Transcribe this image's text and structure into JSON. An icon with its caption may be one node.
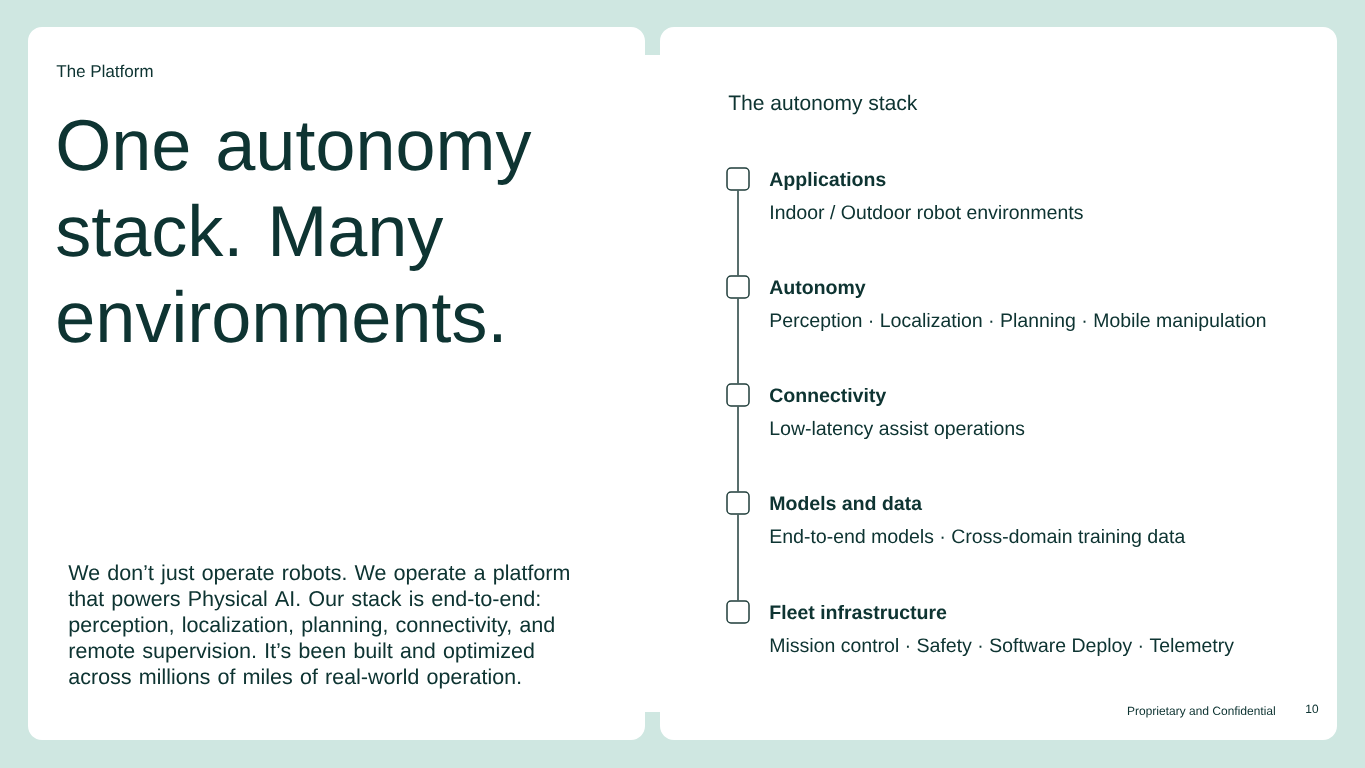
{
  "diagram": {
    "title": "The autonomy stack",
    "nodes": [
      {
        "text": [],
        "shape": "box",
        "beside": [
          "Applications",
          "Indoor / Outdoor robot environments"
        ]
      },
      {
        "text": [],
        "shape": "box",
        "beside": [
          "Autonomy",
          "Perception · Localization · Planning · Mobile manipulation"
        ]
      },
      {
        "text": [],
        "shape": "box",
        "beside": [
          "Connectivity",
          "Low-latency assist operations"
        ]
      },
      {
        "text": [],
        "shape": "box",
        "beside": [
          "Models and data",
          "End-to-end models · Cross-domain training data"
        ]
      },
      {
        "text": [],
        "shape": "box",
        "beside": [
          "Fleet infrastructure",
          "Mission control · Safety · Software Deploy · Telemetry"
        ]
      }
    ],
    "edges": [
      {
        "from": 0,
        "to": 1,
        "arrow": "none"
      },
      {
        "from": 1,
        "to": 2,
        "arrow": "none"
      },
      {
        "from": 2,
        "to": 3,
        "arrow": "none"
      },
      {
        "from": 3,
        "to": 4,
        "arrow": "none"
      }
    ],
    "labels": [
      "The Platform",
      "One autonomy stack. Many environments.",
      "We don’t just operate robots. We operate a platform that powers Physical AI. Our stack is end-to-end: perception, localization, planning, connectivity, and remote supervision. It’s been built and optimized across millions of miles of real-world operation.",
      "Proprietary and Confidential",
      "10"
    ]
  }
}
